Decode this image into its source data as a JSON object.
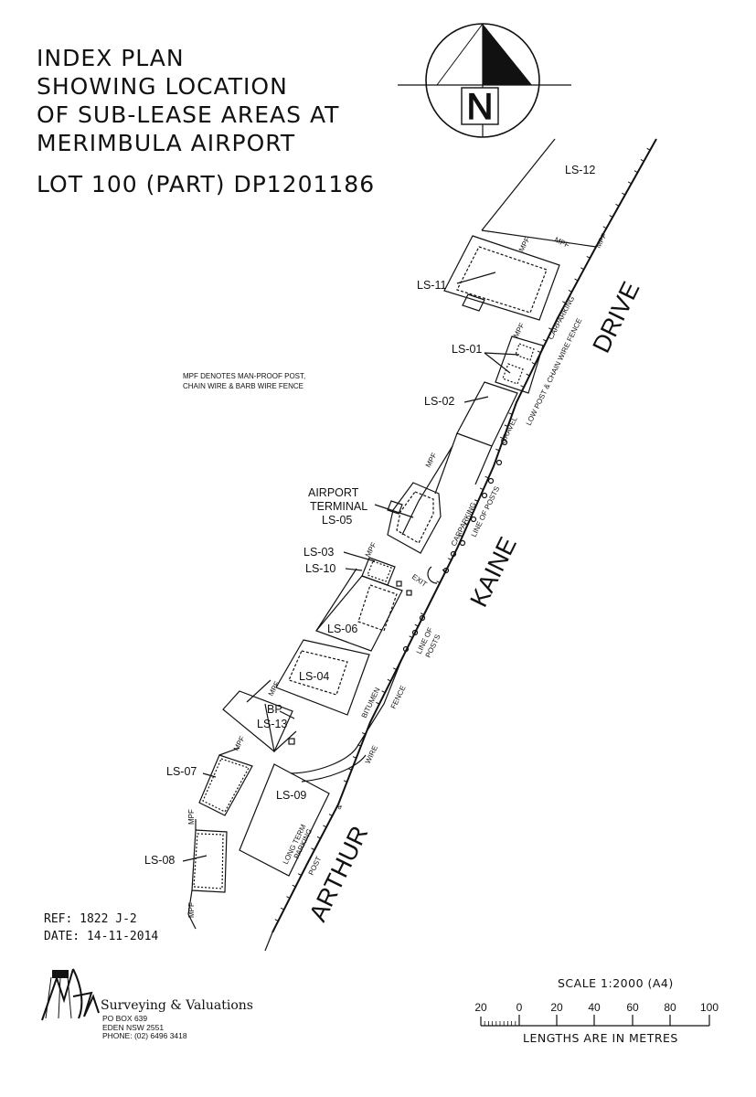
{
  "title": {
    "lines": [
      "INDEX PLAN",
      "SHOWING LOCATION",
      "OF SUB-LEASE AREAS AT",
      "MERIMBULA AIRPORT"
    ],
    "lot": "LOT 100 (PART) DP1201186"
  },
  "north": {
    "label": "N"
  },
  "legend_note": [
    "MPF DENOTES MAN-PROOF POST,",
    "CHAIN WIRE & BARB WIRE FENCE"
  ],
  "lease_labels": {
    "ls12": "LS-12",
    "ls11": "LS-11",
    "ls01": "LS-01",
    "ls02": "LS-02",
    "terminal1": "AIRPORT",
    "terminal2": "TERMINAL",
    "ls05": "LS-05",
    "ls03": "LS-03",
    "ls10": "LS-10",
    "ls06": "LS-06",
    "ls04": "LS-04",
    "bp": "BP",
    "ls13": "LS-13",
    "ls07": "LS-07",
    "ls09": "LS-09",
    "ls08": "LS-08"
  },
  "feature_labels": {
    "mpf": "MPF",
    "carparking": "CARPARKING",
    "low_post_fence": "LOW POST & CHAIN WIRE FENCE",
    "gravel": "GRAVEL",
    "line_of_posts": "LINE OF POSTS",
    "line_of": "LINE OF",
    "posts": "POSTS",
    "exit": "EXIT",
    "bitumen": "BITUMEN",
    "fence": "FENCE",
    "wire": "WIRE",
    "amp": "&",
    "post": "POST",
    "long_term": "LONG TERM",
    "parking": "PARKING"
  },
  "roads": {
    "drive": "DRIVE",
    "kaine": "KAINE",
    "arthur": "ARTHUR"
  },
  "reference": {
    "ref": "REF: 1822 J-2",
    "date": "DATE: 14-11-2014"
  },
  "firm": {
    "name": "Surveying & Valuations",
    "address": [
      "PO BOX 639",
      "EDEN  NSW  2551",
      "PHONE: (02) 6496 3418"
    ]
  },
  "scale": {
    "title": "SCALE  1:2000 (A4)",
    "ticks": [
      "20",
      "0",
      "20",
      "40",
      "60",
      "80",
      "100"
    ],
    "units": "LENGTHS ARE IN METRES"
  }
}
